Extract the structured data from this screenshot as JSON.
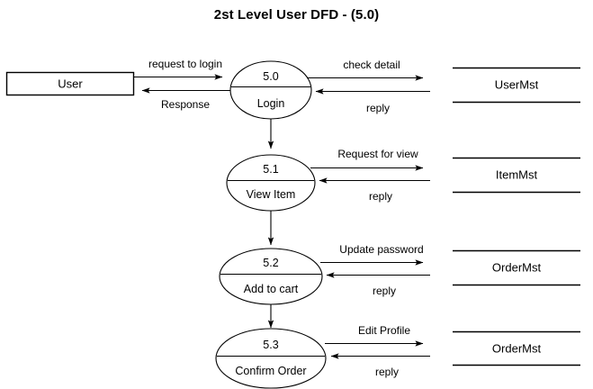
{
  "diagram": {
    "title": "2st Level User DFD - (5.0)",
    "background_color": "#ffffff",
    "stroke_color": "#000000",
    "external_entities": [
      {
        "id": "user",
        "label": "User"
      }
    ],
    "processes": [
      {
        "id": "p50",
        "number": "5.0",
        "name": "Login"
      },
      {
        "id": "p51",
        "number": "5.1",
        "name": "View Item"
      },
      {
        "id": "p52",
        "number": "5.2",
        "name": "Add to cart"
      },
      {
        "id": "p53",
        "number": "5.3",
        "name": "Confirm Order"
      }
    ],
    "data_stores": [
      {
        "id": "ds1",
        "label": "UserMst"
      },
      {
        "id": "ds2",
        "label": "ItemMst"
      },
      {
        "id": "ds3",
        "label": "OrderMst"
      },
      {
        "id": "ds4",
        "label": "OrderMst"
      }
    ],
    "flows": [
      {
        "id": "f1",
        "label": "request to login",
        "from": "user",
        "to": "p50",
        "direction": "right"
      },
      {
        "id": "f2",
        "label": "Response",
        "from": "p50",
        "to": "user",
        "direction": "left"
      },
      {
        "id": "f3",
        "label": "check detail",
        "from": "p50",
        "to": "ds1",
        "direction": "right"
      },
      {
        "id": "f4",
        "label": "reply",
        "from": "ds1",
        "to": "p50",
        "direction": "left"
      },
      {
        "id": "f5",
        "label": "Request for view",
        "from": "p51",
        "to": "ds2",
        "direction": "right"
      },
      {
        "id": "f6",
        "label": "reply",
        "from": "ds2",
        "to": "p51",
        "direction": "left"
      },
      {
        "id": "f7",
        "label": "Update password",
        "from": "p52",
        "to": "ds3",
        "direction": "right"
      },
      {
        "id": "f8",
        "label": "reply",
        "from": "ds3",
        "to": "p52",
        "direction": "left"
      },
      {
        "id": "f9",
        "label": "Edit Profile",
        "from": "p53",
        "to": "ds4",
        "direction": "right"
      },
      {
        "id": "f10",
        "label": "reply",
        "from": "ds4",
        "to": "p53",
        "direction": "left"
      }
    ],
    "connectors": [
      {
        "id": "c1",
        "from": "p50",
        "to": "p51",
        "direction": "down"
      },
      {
        "id": "c2",
        "from": "p51",
        "to": "p52",
        "direction": "down"
      },
      {
        "id": "c3",
        "from": "p52",
        "to": "p53",
        "direction": "down"
      }
    ]
  }
}
